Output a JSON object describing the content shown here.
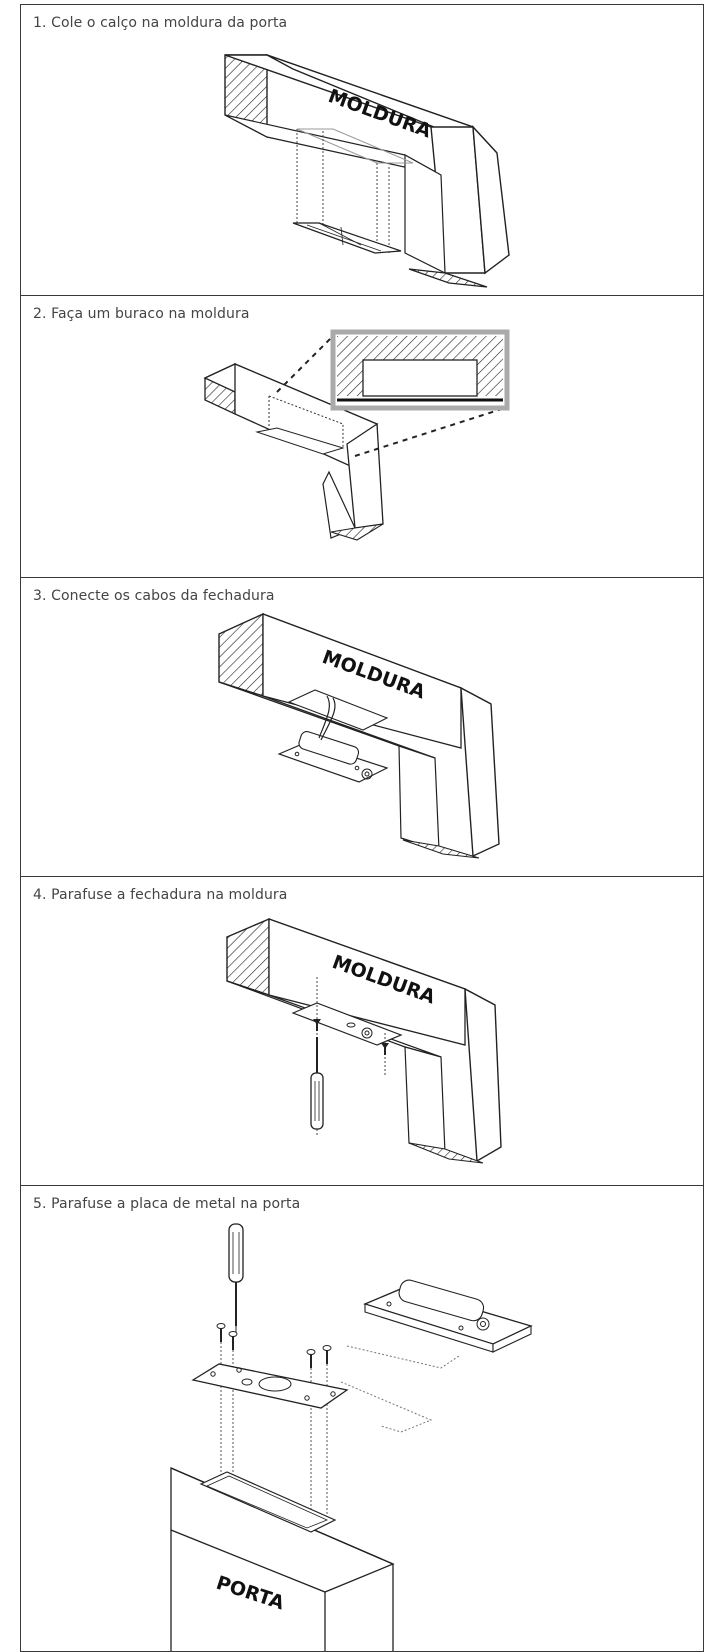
{
  "steps": [
    {
      "title": "1. Cole o calço na moldura da porta",
      "label": "MOLDURA"
    },
    {
      "title": "2. Faça um buraco na moldura"
    },
    {
      "title": "3. Conecte os cabos da fechadura",
      "label": "MOLDURA"
    },
    {
      "title": "4. Parafuse a fechadura na moldura",
      "label": "MOLDURA"
    },
    {
      "title": "5. Parafuse a placa de metal na porta",
      "label": "PORTA"
    }
  ]
}
